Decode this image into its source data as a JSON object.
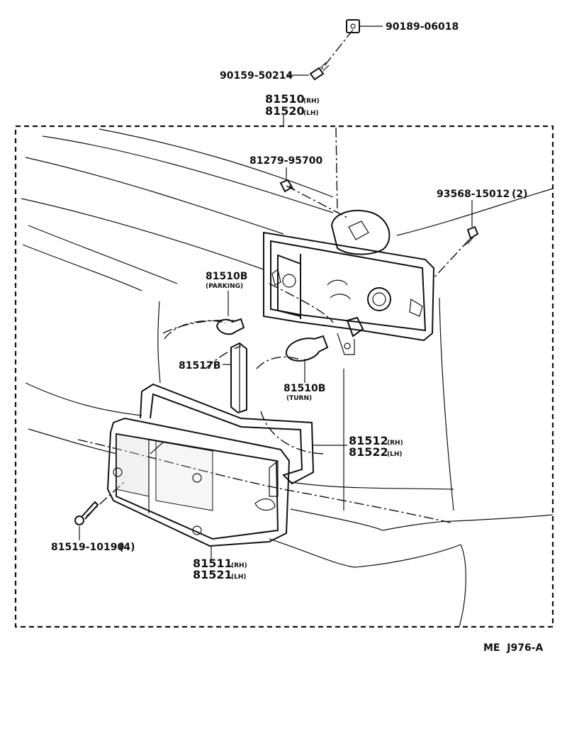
{
  "labels": {
    "clip": "90189-06018",
    "screw_top": "90159-50214",
    "assy_rh": "81510",
    "assy_rh_side": "(RH)",
    "assy_lh": "81520",
    "assy_lh_side": "(LH)",
    "socket_screw": "81279-95700",
    "bolt_right": "93568-15012",
    "bolt_right_qty": "(2)",
    "bulb_parking": "81510B",
    "bulb_parking_note": "(PARKING)",
    "reflector": "81517B",
    "bulb_turn": "81510B",
    "bulb_turn_note": "(TURN)",
    "gasket_rh": "81512",
    "gasket_rh_side": "(RH)",
    "gasket_lh": "81522",
    "gasket_lh_side": "(LH)",
    "lens_screw": "81519-10190",
    "lens_screw_qty": "(4)",
    "lens_rh": "81511",
    "lens_rh_side": "(RH)",
    "lens_lh": "81521",
    "lens_lh_side": "(LH)",
    "figure_code": "ME  J976-A"
  }
}
